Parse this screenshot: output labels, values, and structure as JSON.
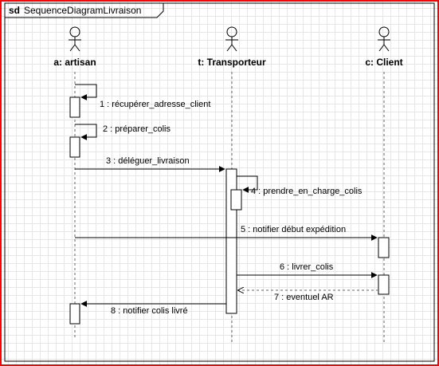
{
  "frame": {
    "keyword": "sd",
    "name": "SequenceDiagramLivraison",
    "border_color": "#ff0000"
  },
  "lifelines": [
    {
      "id": "artisan",
      "label": "a: artisan"
    },
    {
      "id": "transporteur",
      "label": "t: Transporteur"
    },
    {
      "id": "client",
      "label": "c: Client"
    }
  ],
  "messages": [
    {
      "label": "1 : récupérer_adresse_client",
      "from": "artisan",
      "to": "artisan",
      "kind": "self"
    },
    {
      "label": "2 : préparer_colis",
      "from": "artisan",
      "to": "artisan",
      "kind": "self"
    },
    {
      "label": "3 : déléguer_livraison",
      "from": "artisan",
      "to": "transporteur",
      "kind": "sync"
    },
    {
      "label": "4 : prendre_en_charge_colis",
      "from": "transporteur",
      "to": "transporteur",
      "kind": "self"
    },
    {
      "label": "5 : notifier début expédition",
      "from": "artisan",
      "to": "client",
      "kind": "sync"
    },
    {
      "label": "6 : livrer_colis",
      "from": "transporteur",
      "to": "client",
      "kind": "sync"
    },
    {
      "label": "7 : eventuel AR",
      "from": "client",
      "to": "transporteur",
      "kind": "reply"
    },
    {
      "label": "8 : notifier colis livré",
      "from": "transporteur",
      "to": "artisan",
      "kind": "sync"
    }
  ],
  "colors": {
    "line": "#000000",
    "lifeline": "#666666",
    "background": "#ffffff"
  }
}
